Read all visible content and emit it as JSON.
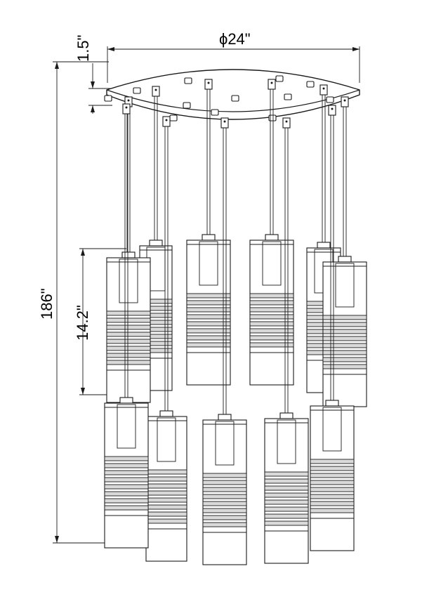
{
  "drawing": {
    "subject": "multi-pendant chandelier dimension drawing",
    "dimensions": {
      "canopy_diameter": "ϕ24\"",
      "canopy_height": "1.5\"",
      "overall_height": "186\"",
      "shade_height": "14.2\""
    },
    "pendant_count": 11,
    "line_color": "#1a1a1a",
    "background": "#ffffff"
  }
}
